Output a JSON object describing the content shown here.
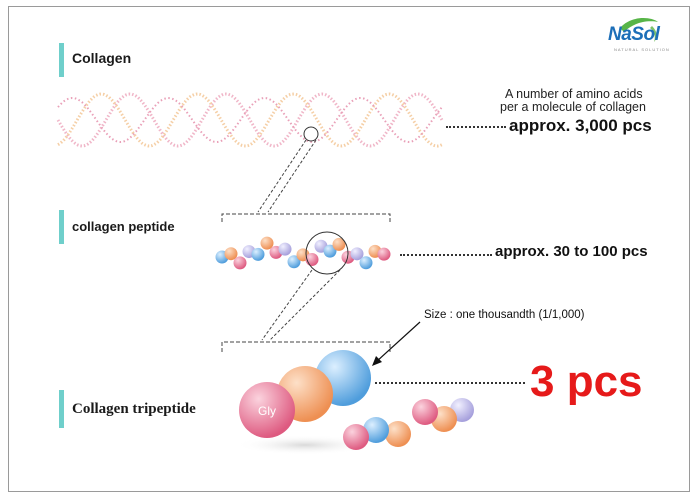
{
  "brand": {
    "logo_text": "NaSol",
    "logo_subtitle": "NATURAL SOLUTION"
  },
  "sections": {
    "collagen": {
      "label": "Collagen",
      "note_line1": "A number of amino acids",
      "note_line2": "per a molecule of collagen",
      "count": "approx. 3,000 pcs"
    },
    "peptide": {
      "label": "collagen peptide",
      "count": "approx. 30 to 100 pcs"
    },
    "tripeptide": {
      "label": "Collagen tripeptide",
      "size_note": "Size : one thousandth (1/1,000)",
      "count": "3 pcs",
      "gly_label": "Gly"
    }
  },
  "colors": {
    "accent_bar": "#6fcfcb",
    "count_red": "#e61a1a",
    "ball_pink": "#e86c8c",
    "ball_orange": "#f3a06a",
    "ball_blue": "#6aaee0",
    "ball_lavender": "#b7b3e3"
  }
}
